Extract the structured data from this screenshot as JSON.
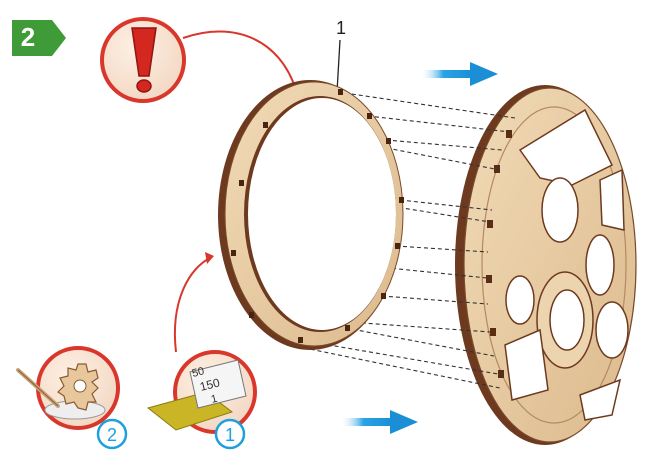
{
  "step": {
    "number": "2"
  },
  "part_label": "1",
  "sandpaper": {
    "grits": [
      "50",
      "150",
      "1"
    ]
  },
  "callouts": {
    "sanding": "1",
    "glue": "2"
  },
  "colors": {
    "step_badge": "#3f9b37",
    "accent_red": "#d9372b",
    "wood": "#e9cda4",
    "wood_edge": "#6e3a1f",
    "blue_arrow": "#2aa3e6",
    "callout_blue": "#1ea0dc",
    "sandpaper": "#c9b526"
  },
  "icons": [
    "warning-exclamation-icon",
    "sandpaper-icon",
    "glue-gear-icon",
    "direction-arrow-icon"
  ]
}
